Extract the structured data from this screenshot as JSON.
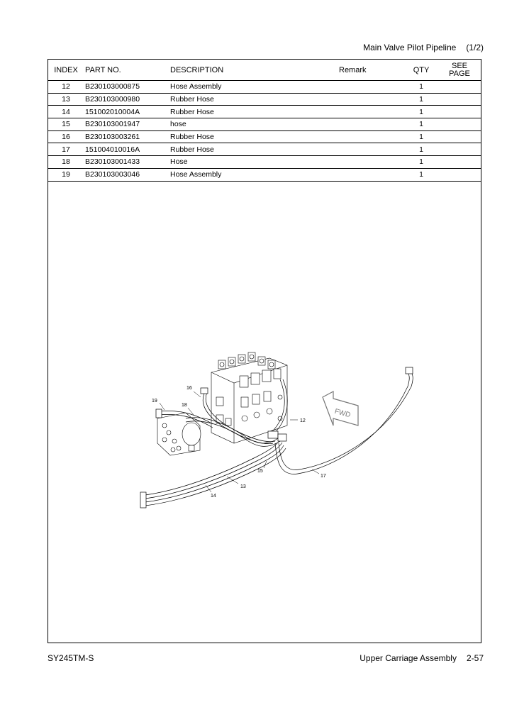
{
  "header": {
    "title": "Main Valve Pilot Pipeline",
    "page_part": "(1/2)"
  },
  "table": {
    "columns": [
      "INDEX",
      "PART NO.",
      "DESCRIPTION",
      "Remark",
      "QTY",
      "SEE PAGE"
    ],
    "see_page_line1": "SEE",
    "see_page_line2": "PAGE",
    "rows": [
      {
        "index": "12",
        "part_no": "B230103000875",
        "description": "Hose Assembly",
        "remark": "",
        "qty": "1",
        "see_page": ""
      },
      {
        "index": "13",
        "part_no": "B230103000980",
        "description": "Rubber Hose",
        "remark": "",
        "qty": "1",
        "see_page": ""
      },
      {
        "index": "14",
        "part_no": "151002010004A",
        "description": "Rubber Hose",
        "remark": "",
        "qty": "1",
        "see_page": ""
      },
      {
        "index": "15",
        "part_no": "B230103001947",
        "description": "hose",
        "remark": "",
        "qty": "1",
        "see_page": ""
      },
      {
        "index": "16",
        "part_no": "B230103003261",
        "description": "Rubber Hose",
        "remark": "",
        "qty": "1",
        "see_page": ""
      },
      {
        "index": "17",
        "part_no": "151004010016A",
        "description": "Rubber Hose",
        "remark": "",
        "qty": "1",
        "see_page": ""
      },
      {
        "index": "18",
        "part_no": "B230103001433",
        "description": "Hose",
        "remark": "",
        "qty": "1",
        "see_page": ""
      },
      {
        "index": "19",
        "part_no": "B230103003046",
        "description": "Hose Assembly",
        "remark": "",
        "qty": "1",
        "see_page": ""
      }
    ]
  },
  "drawing": {
    "callouts": [
      "12",
      "13",
      "14",
      "15",
      "16",
      "17",
      "18",
      "19"
    ],
    "fwd_label": "FWD"
  },
  "footer": {
    "model": "SY245TM-S",
    "section": "Upper Carriage Assembly",
    "page": "2-57"
  }
}
